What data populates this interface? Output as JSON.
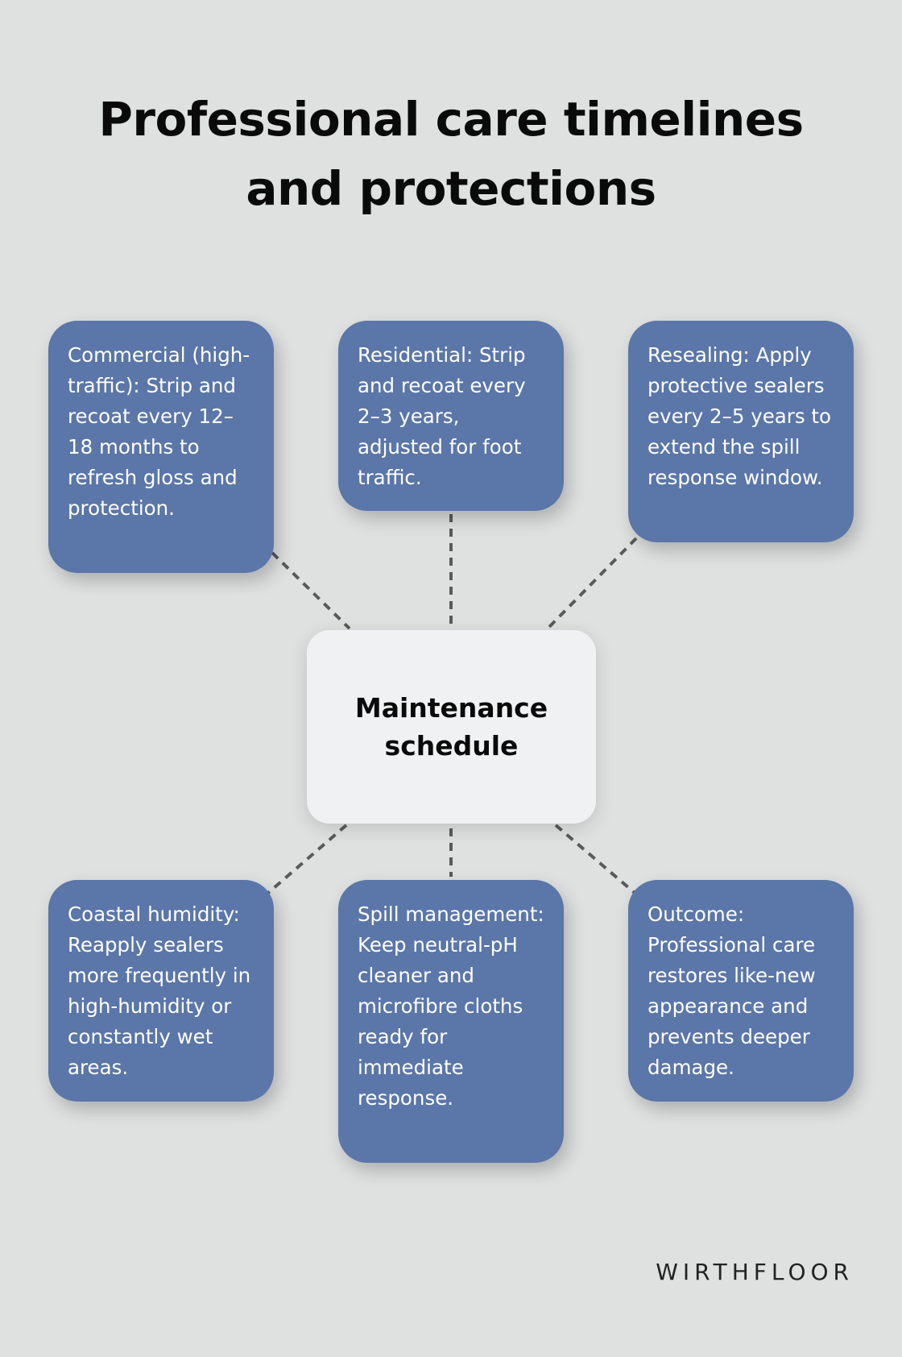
{
  "title": {
    "line1": "Professional care timelines",
    "line2": "and protections"
  },
  "center": {
    "label": "Maintenance schedule"
  },
  "nodes": [
    {
      "id": "commercial",
      "text": "Commercial (high-traffic): Strip and recoat every 12–18 months to refresh gloss and protection."
    },
    {
      "id": "residential",
      "text": "Residential: Strip and recoat every 2–3 years, adjusted for foot traffic."
    },
    {
      "id": "resealing",
      "text": "Resealing: Apply protective sealers every 2–5 years to extend the spill response window."
    },
    {
      "id": "coastal-humidity",
      "text": "Coastal humidity: Reapply sealers more frequently in high-humidity or constantly wet areas."
    },
    {
      "id": "spill-management",
      "text": "Spill management: Keep neutral-pH cleaner and microfibre cloths ready for immediate response."
    },
    {
      "id": "outcome",
      "text": "Outcome: Professional care restores like-new appearance and prevents deeper damage."
    }
  ],
  "brand": "WIRTHFLOOR",
  "colors": {
    "background": "#dfe1e1",
    "node_fill": "#5b76a8",
    "center_fill": "#f0f1f3",
    "connector": "#5a5a5a",
    "text_dark": "#0a0a0a",
    "text_light": "#ffffff"
  }
}
